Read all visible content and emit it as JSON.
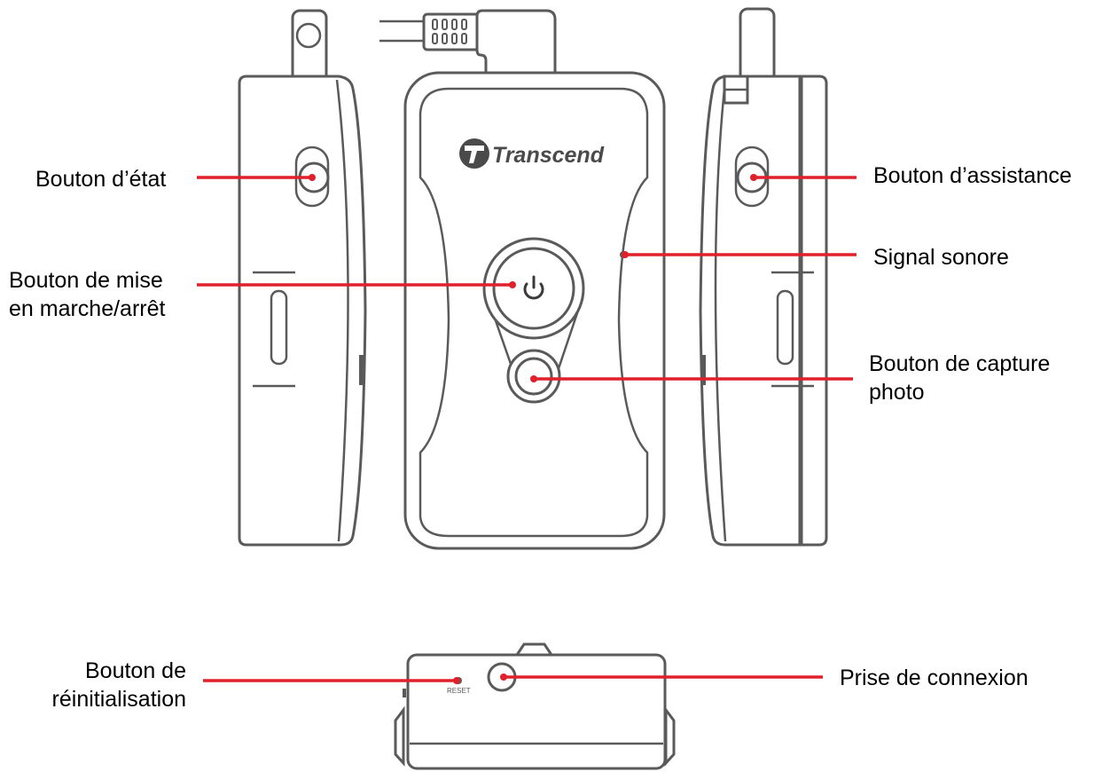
{
  "colors": {
    "leader": "#e0202a",
    "outline": "#5a5a5a",
    "background": "#ffffff"
  },
  "icons": {
    "brand_logo": "transcend-logo-icon",
    "power": "power-icon"
  },
  "device": {
    "brand": "Transcend",
    "reset_marking": "RESET"
  },
  "labels": {
    "status_button": "Bouton d’état",
    "power_button_line1": "Bouton de mise",
    "power_button_line2": "en marche/arrêt",
    "reset_button_line1": "Bouton de",
    "reset_button_line2": "réinitialisation",
    "assist_button": "Bouton d’assistance",
    "beep_signal": "Signal sonore",
    "capture_button_line1": "Bouton de capture",
    "capture_button_line2": "photo",
    "connector_port": "Prise de connexion"
  }
}
